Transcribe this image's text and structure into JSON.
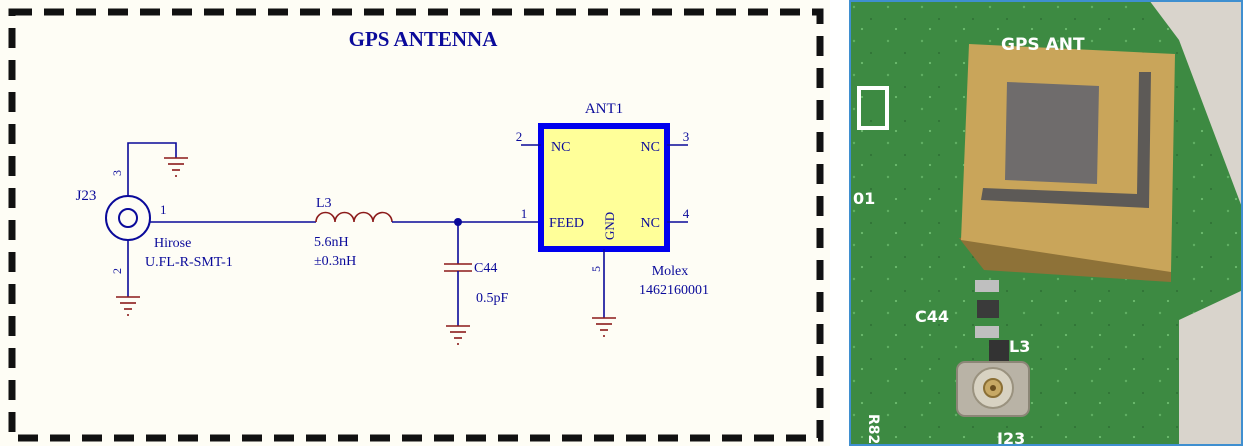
{
  "schematic": {
    "title": "GPS ANTENNA",
    "colors": {
      "wire": "#0a0a9a",
      "ground": "#8b1a1a",
      "antenna_fill": "#ffff99",
      "antenna_border": "#0000ee",
      "frame": "#111111",
      "background": "#fefdf5"
    },
    "connector": {
      "ref": "J23",
      "maker": "Hirose",
      "part": "U.FL-R-SMT-1",
      "pins": {
        "signal": "1",
        "ground_top": "3",
        "ground_bottom": "2"
      }
    },
    "inductor": {
      "ref": "L3",
      "value": "5.6nH",
      "tolerance": "±0.3nH"
    },
    "capacitor": {
      "ref": "C44",
      "value": "0.5pF"
    },
    "antenna": {
      "ref": "ANT1",
      "maker": "Molex",
      "part": "1462160001",
      "pin_labels": {
        "nc_left": "NC",
        "nc_right_top": "NC",
        "feed": "FEED",
        "nc_right_bottom": "NC",
        "gnd": "GND"
      },
      "pin_numbers": {
        "p1": "1",
        "p2": "2",
        "p3": "3",
        "p4": "4",
        "p5": "5"
      }
    }
  },
  "photo": {
    "silkscreen": {
      "antenna": "GPS ANT",
      "capacitor": "C44",
      "inductor": "L3",
      "connector": "J23",
      "edge_left": "01",
      "resistor": "R82"
    },
    "colors": {
      "pcb": "#3d8a42",
      "patch_body": "#c9a55a",
      "patch_core": "#6f6c6c",
      "frame_border": "#3f8fd0"
    }
  }
}
